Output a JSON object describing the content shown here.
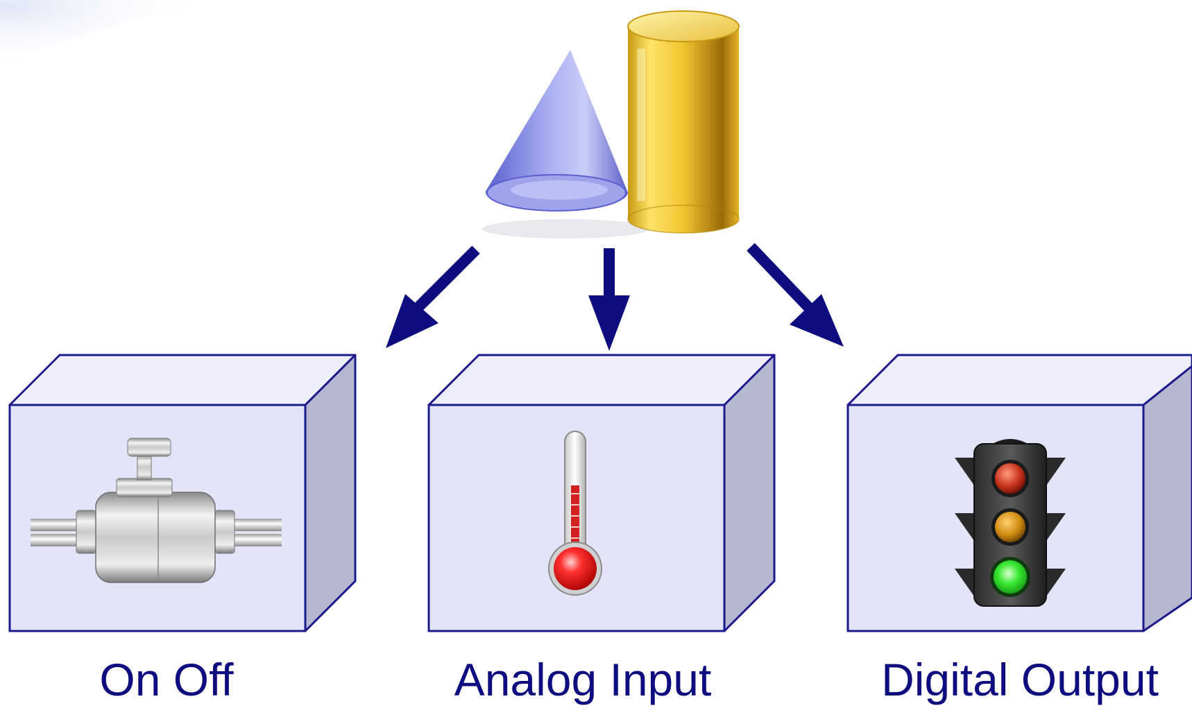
{
  "modules": [
    {
      "label": "On Off",
      "icon": "valve-icon"
    },
    {
      "label": "Analog Input",
      "icon": "thermometer-icon"
    },
    {
      "label": "Digital Output",
      "icon": "traffic-light-icon"
    }
  ],
  "source_icon": "shapes-icon",
  "colors": {
    "box_front": "#e4e4f8",
    "box_top": "#eeeefb",
    "box_side": "#b7b7d0",
    "outline": "#1a1a8c",
    "arrow": "#0d0d80",
    "caption": "#0d0d80"
  }
}
